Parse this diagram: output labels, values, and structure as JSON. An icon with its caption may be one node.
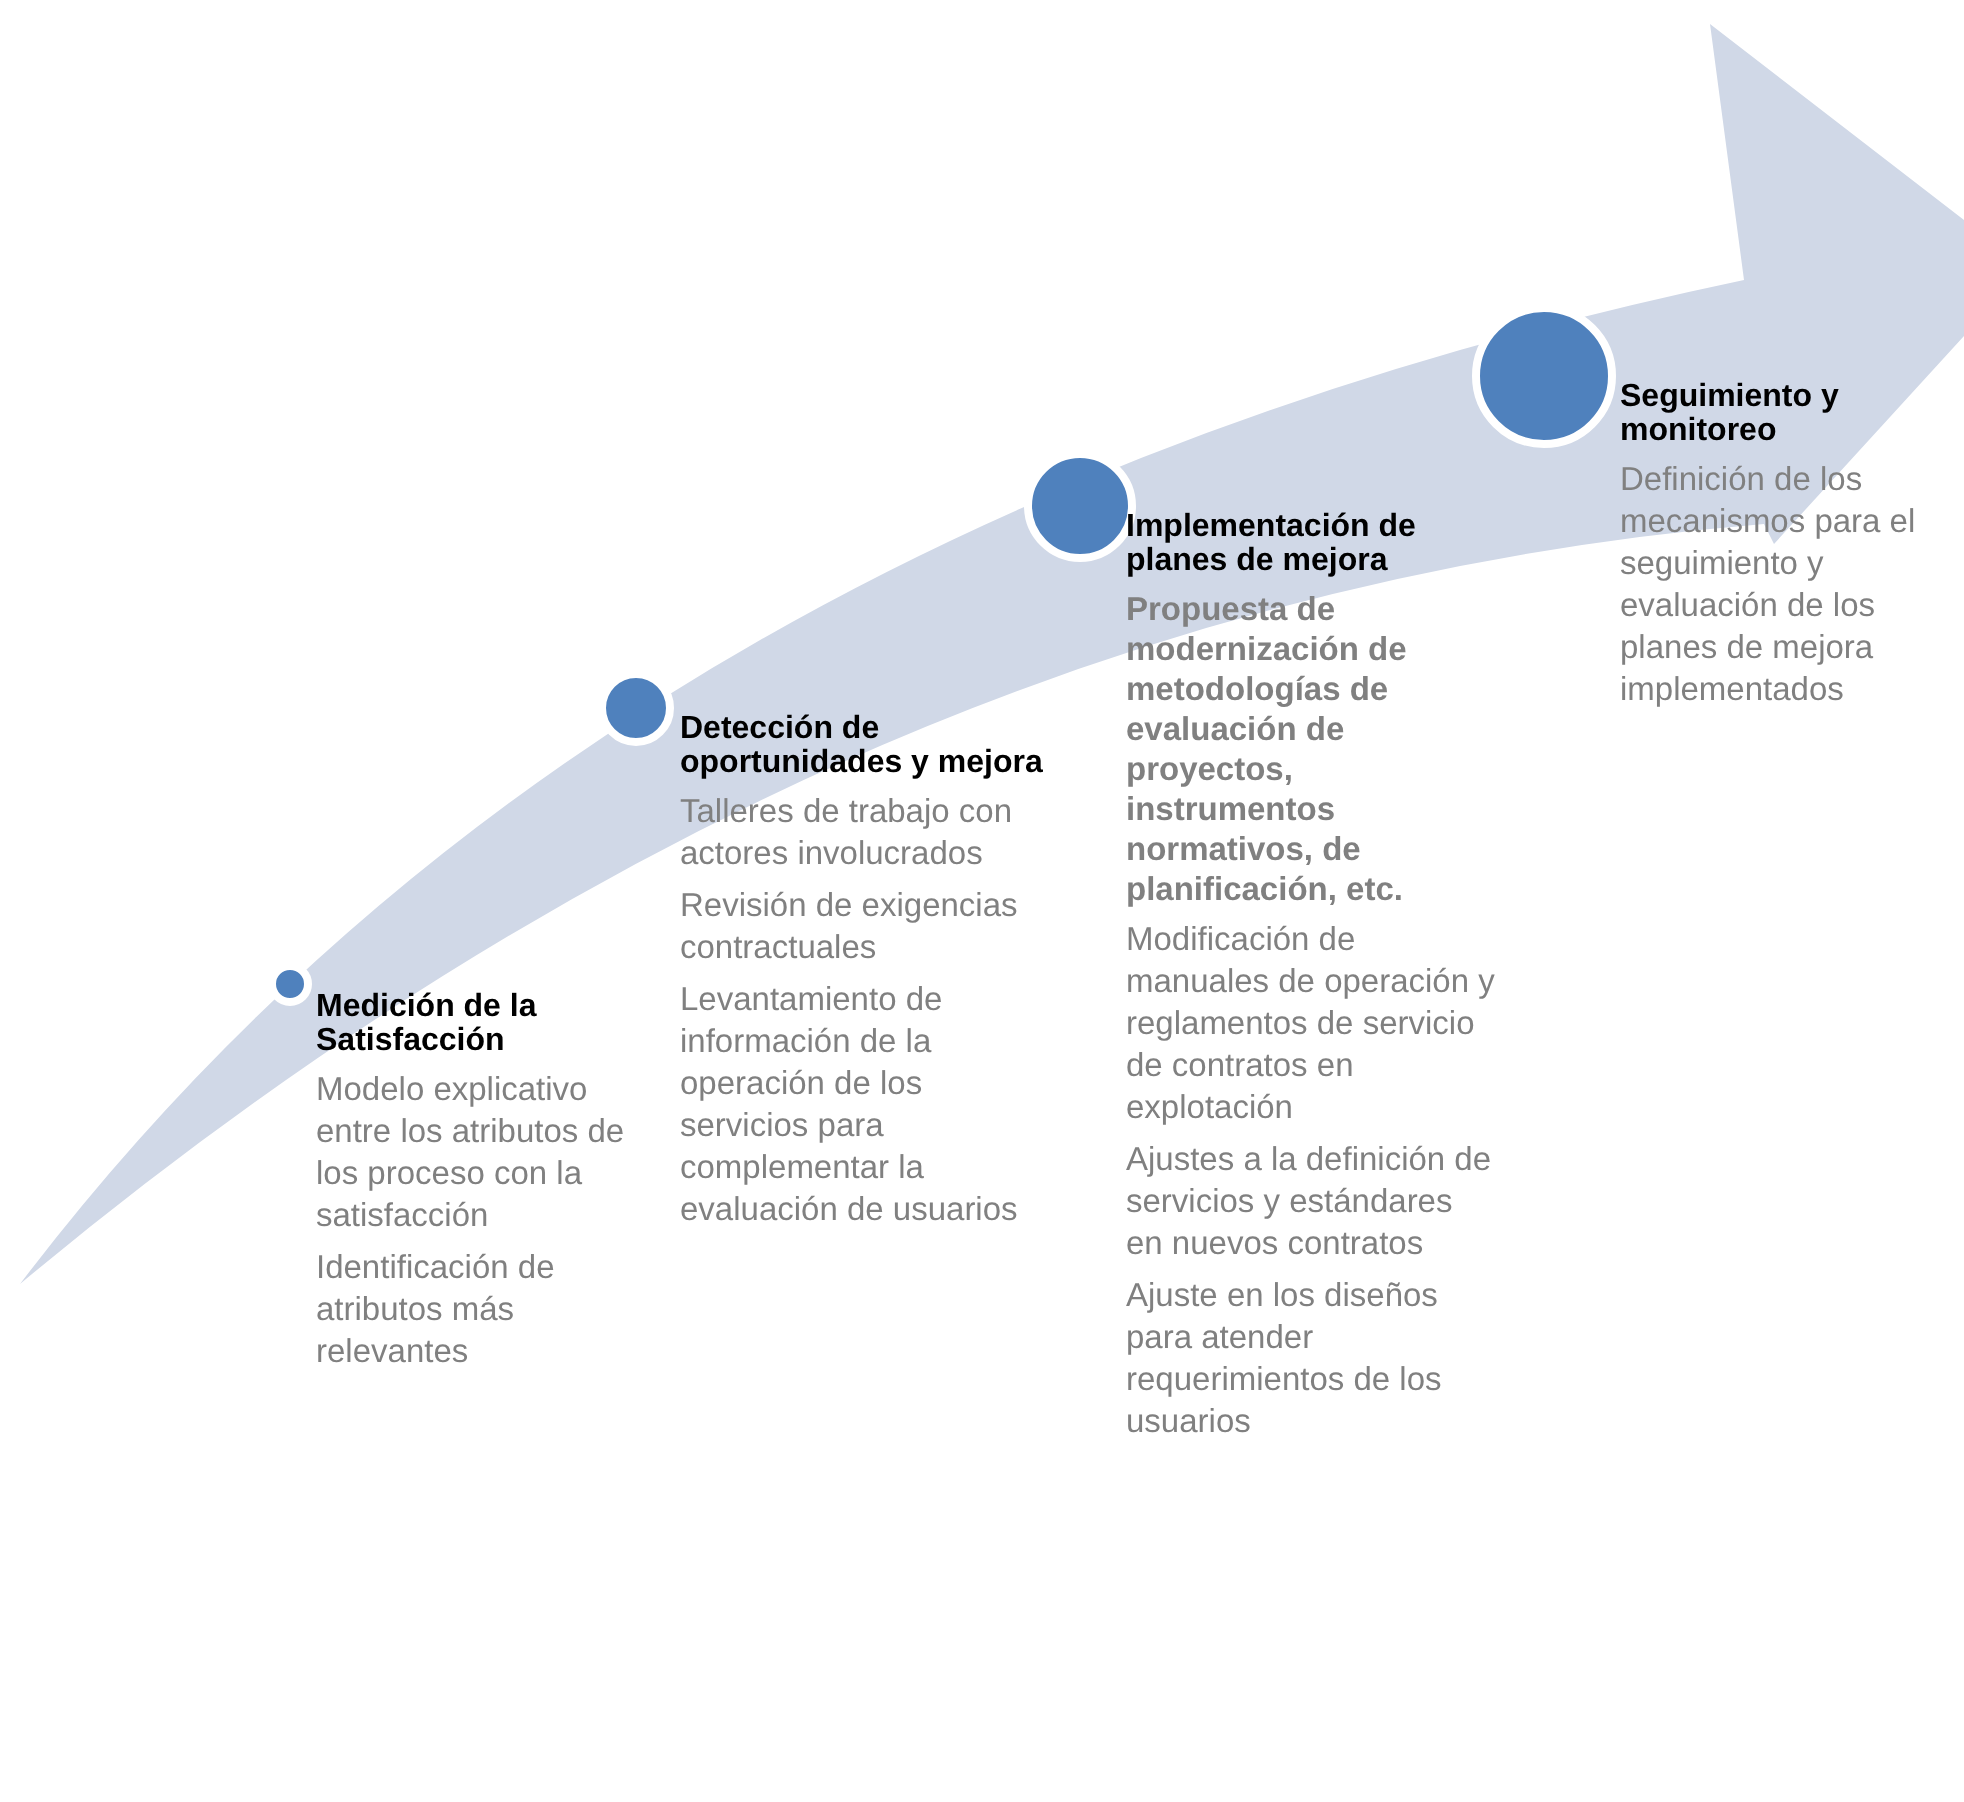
{
  "diagram": {
    "nodes": [
      {
        "text": [
          "Medición de la Satisfacción",
          "Modelo explicativo entre los atributos de los proceso con la satisfacción",
          "Identificación de atributos más relevantes"
        ]
      },
      {
        "text": [
          "Detección de oportunidades y mejora",
          "Talleres de trabajo con actores involucrados",
          "Revisión de exigencias contractuales",
          "Levantamiento de información de la operación de los servicios para complementar la evaluación de usuarios"
        ]
      },
      {
        "text": [
          "Implementación de planes de mejora",
          "Propuesta de modernización de metodologías de evaluación de proyectos, instrumentos normativos, de planificación, etc.",
          "Modificación de manuales de operación y reglamentos de servicio de contratos en explotación",
          "Ajustes a la definición de servicios y estándares en nuevos contratos",
          "Ajuste en los diseños para atender requerimientos de los usuarios"
        ]
      },
      {
        "text": [
          "Seguimiento y monitoreo",
          "Definición de los mecanismos para el seguimiento y evaluación de los planes de mejora implementados"
        ]
      }
    ]
  }
}
